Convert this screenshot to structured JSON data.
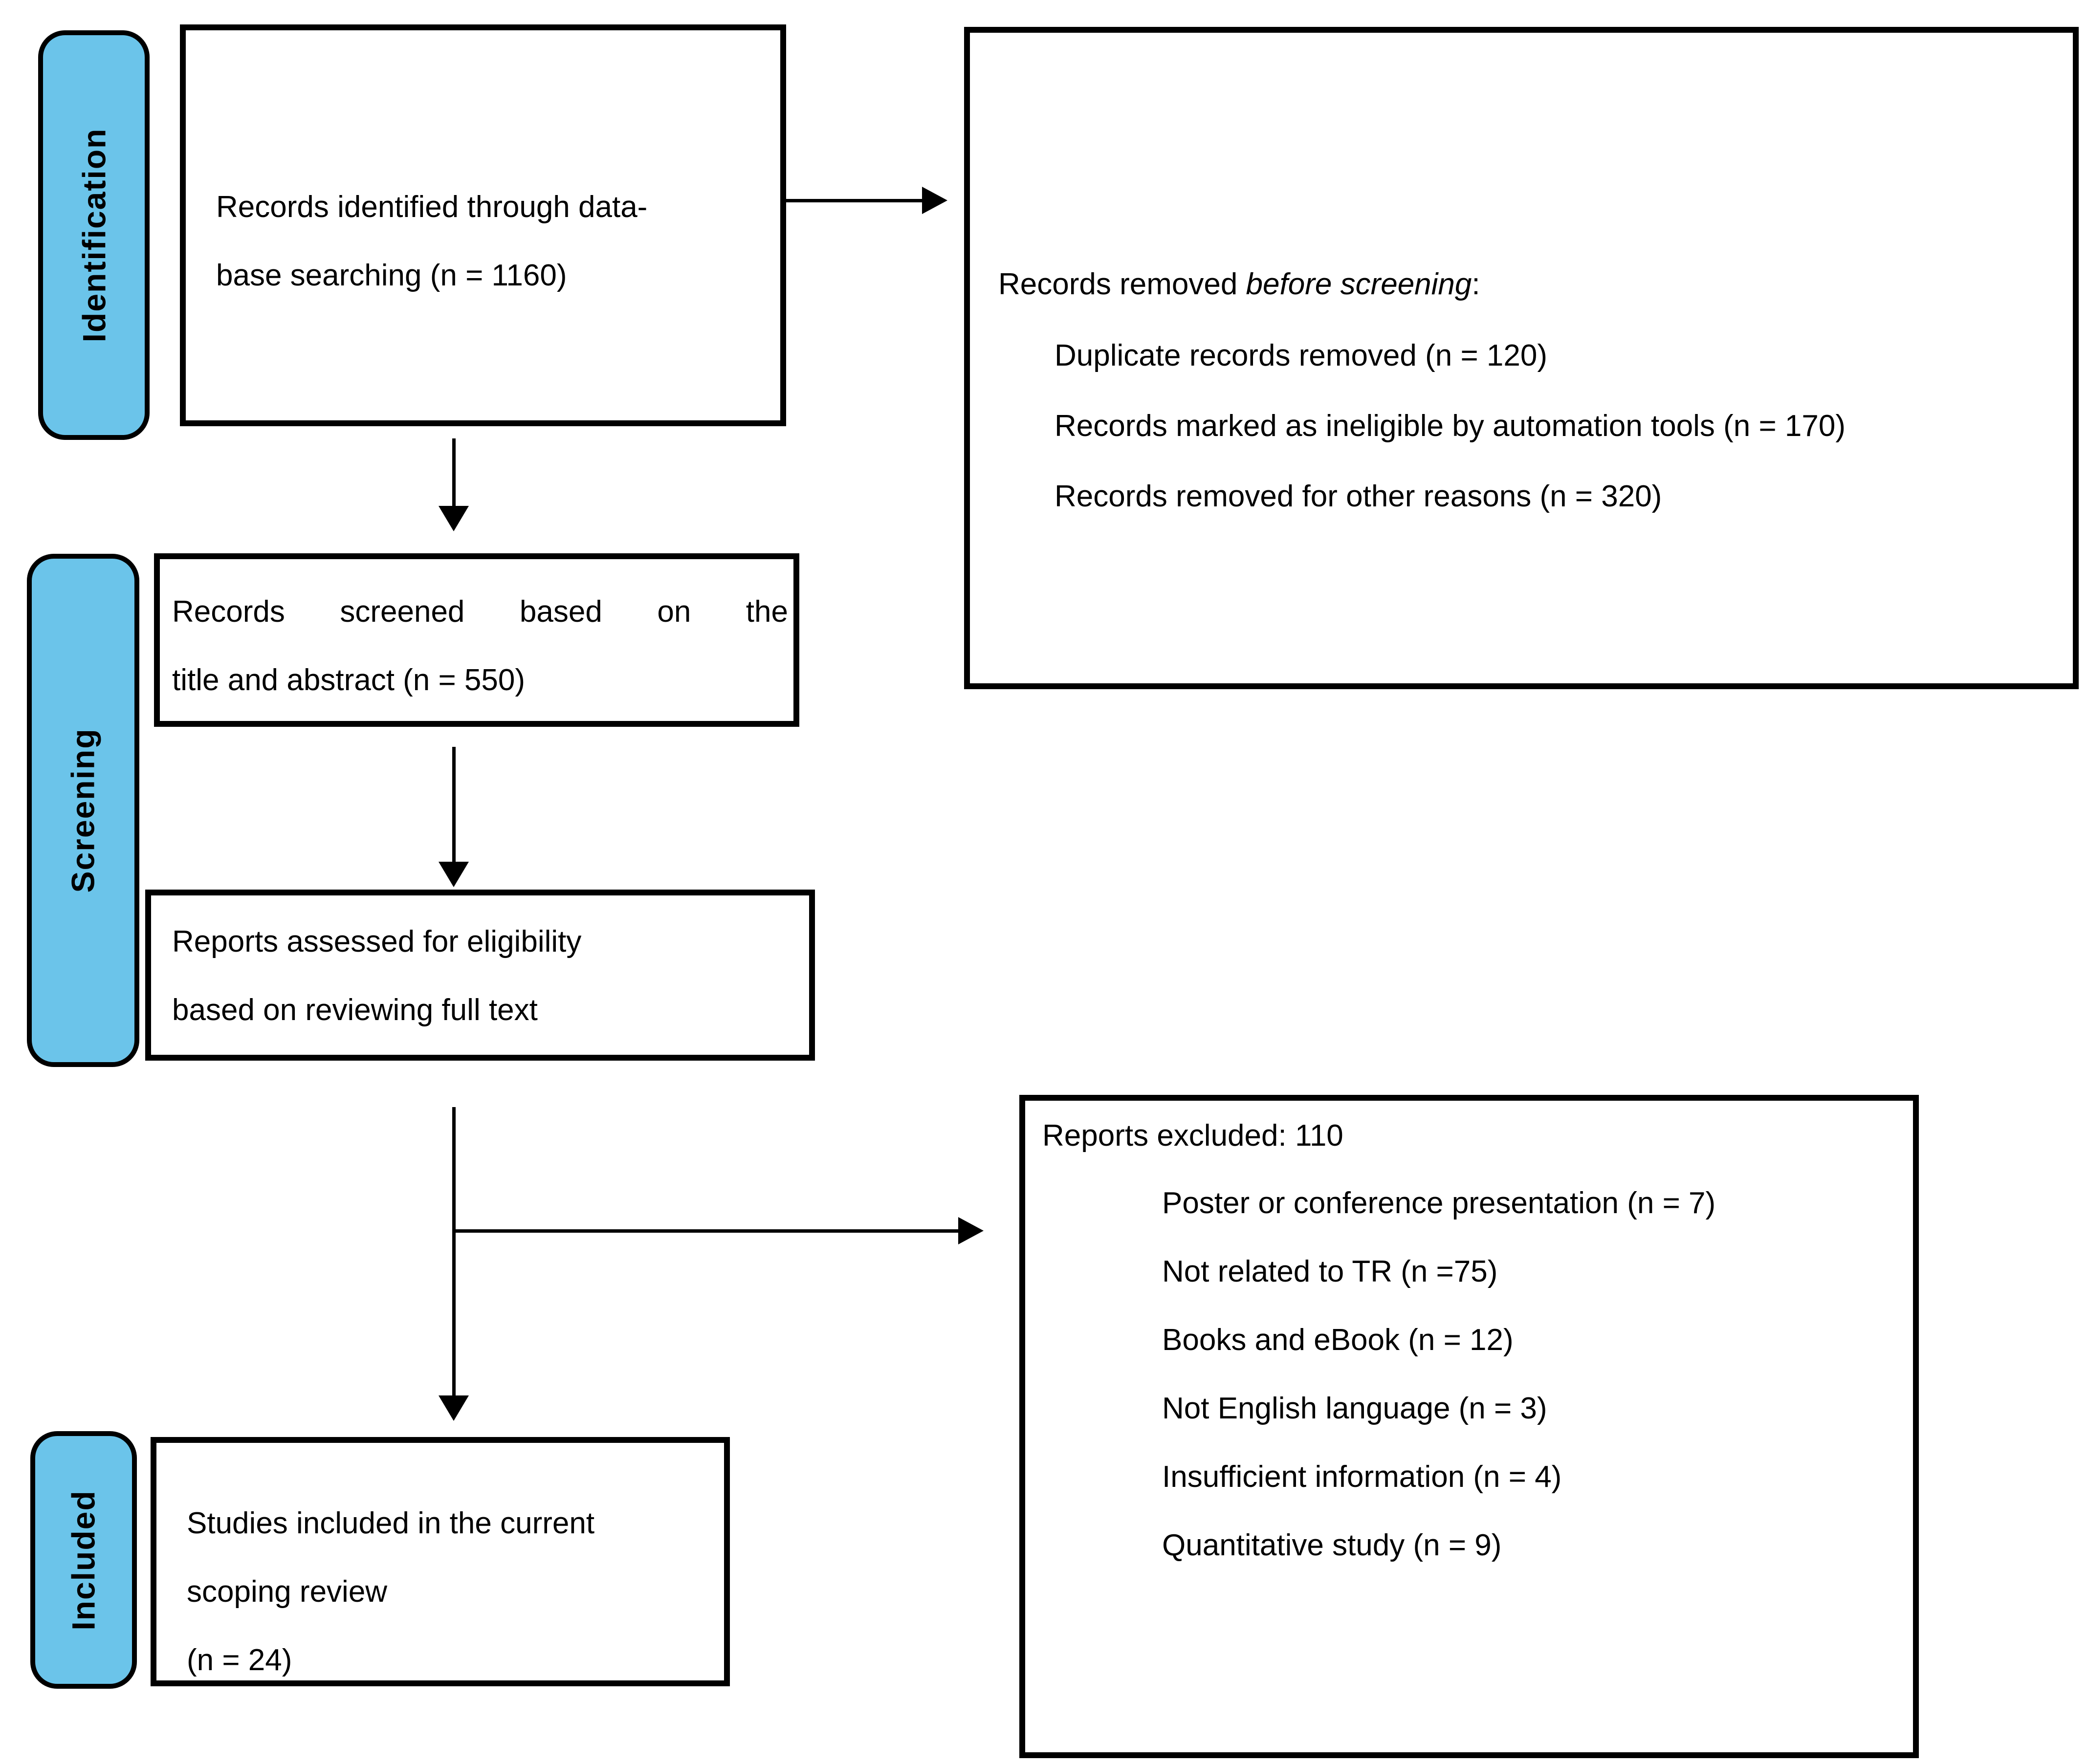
{
  "diagram": {
    "stages": [
      {
        "label": "Identification"
      },
      {
        "label": "Screening"
      },
      {
        "label": "Included"
      }
    ],
    "boxes": {
      "identified": {
        "line1": "Records identified through data-",
        "line2": "base searching (n = 1160)"
      },
      "removed": {
        "title_prefix": "Records removed ",
        "title_italic": "before screening",
        "title_suffix": ":",
        "items": [
          "Duplicate records removed (n = 120)",
          "Records marked as ineligible by automation tools (n = 170)",
          "Records removed for other reasons (n = 320)"
        ]
      },
      "screened": {
        "line1": "Records screened based on the",
        "line2": "title and abstract (n = 550)"
      },
      "assessed": {
        "line1": "Reports assessed for eligibility",
        "line2": "based on reviewing full text"
      },
      "excluded": {
        "title": "Reports excluded: 110",
        "items": [
          "Poster or conference presentation (n = 7)",
          "Not related to TR (n =75)",
          "Books and eBook (n = 12)",
          "Not English language (n = 3)",
          "Insufficient information (n = 4)",
          "Quantitative study (n = 9)"
        ]
      },
      "included": {
        "line1": "Studies included in the current",
        "line2": "scoping review",
        "line3": "(n = 24)"
      }
    },
    "colors": {
      "stage_fill": "#6BC4EA",
      "line": "#000000",
      "background": "#FFFFFF"
    }
  }
}
